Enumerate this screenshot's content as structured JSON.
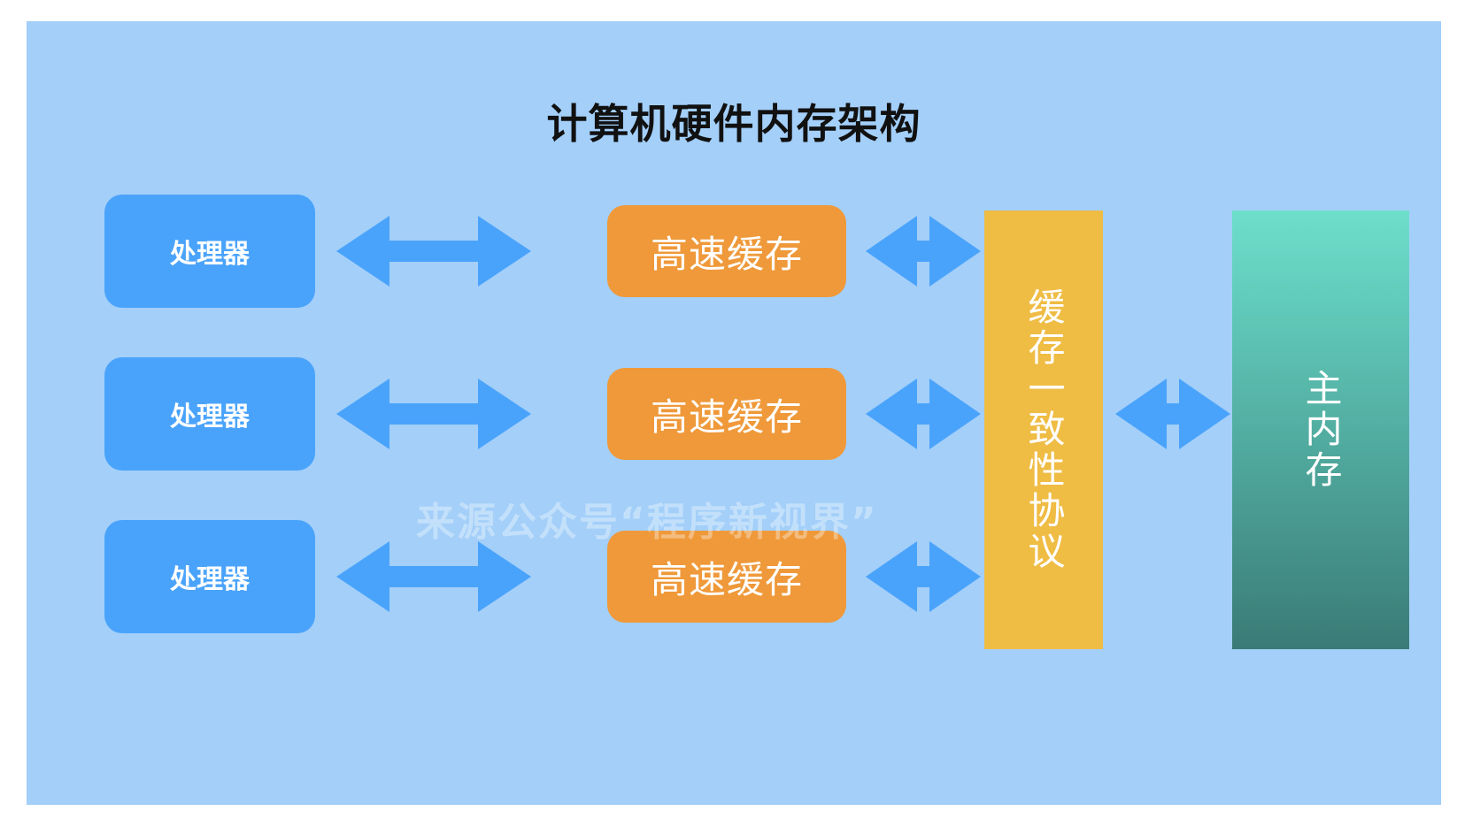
{
  "diagram": {
    "title": "计算机硬件内存架构",
    "processors": [
      "处理器",
      "处理器",
      "处理器"
    ],
    "caches": [
      "高速缓存",
      "高速缓存",
      "高速缓存"
    ],
    "protocol": "缓存一致性协议",
    "main_memory": "主内存",
    "watermark": "来源公众号“程序新视界”",
    "colors": {
      "background": "#a3cff9",
      "processor": "#4aa3fb",
      "cache": "#ef993a",
      "protocol": "#efbc44",
      "memory_top": "#6ddfcb",
      "memory_bottom": "#3a7b76",
      "arrow": "#4aa3fb"
    }
  }
}
